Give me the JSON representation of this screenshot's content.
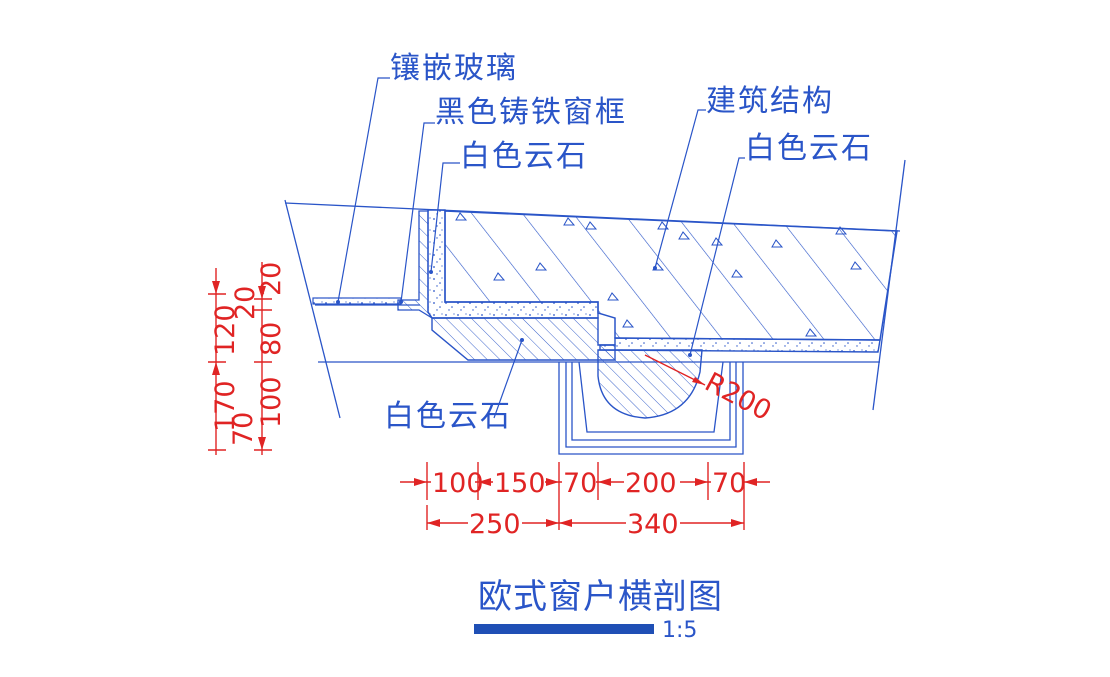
{
  "labels": {
    "inlaid_glass": "镶嵌玻璃",
    "black_cast_iron_frame": "黑色铸铁窗框",
    "white_marble_top": "白色云石",
    "building_structure": "建筑结构",
    "white_marble_right": "白色云石",
    "white_marble_bottom": "白色云石"
  },
  "radius_label": "R200",
  "dimensions": {
    "horizontal_row1": [
      "100",
      "150",
      "70",
      "200",
      "70"
    ],
    "horizontal_row2": [
      "250",
      "340"
    ],
    "vertical_outer": [
      "170",
      "120",
      "70"
    ],
    "vertical_inner": [
      "100",
      "80",
      "20",
      "20"
    ]
  },
  "title": "欧式窗户横剖图",
  "scale": "1:5",
  "colors": {
    "line": "#2a55c8",
    "dimension": "#e02424",
    "title_bar": "#1f4fb5"
  }
}
